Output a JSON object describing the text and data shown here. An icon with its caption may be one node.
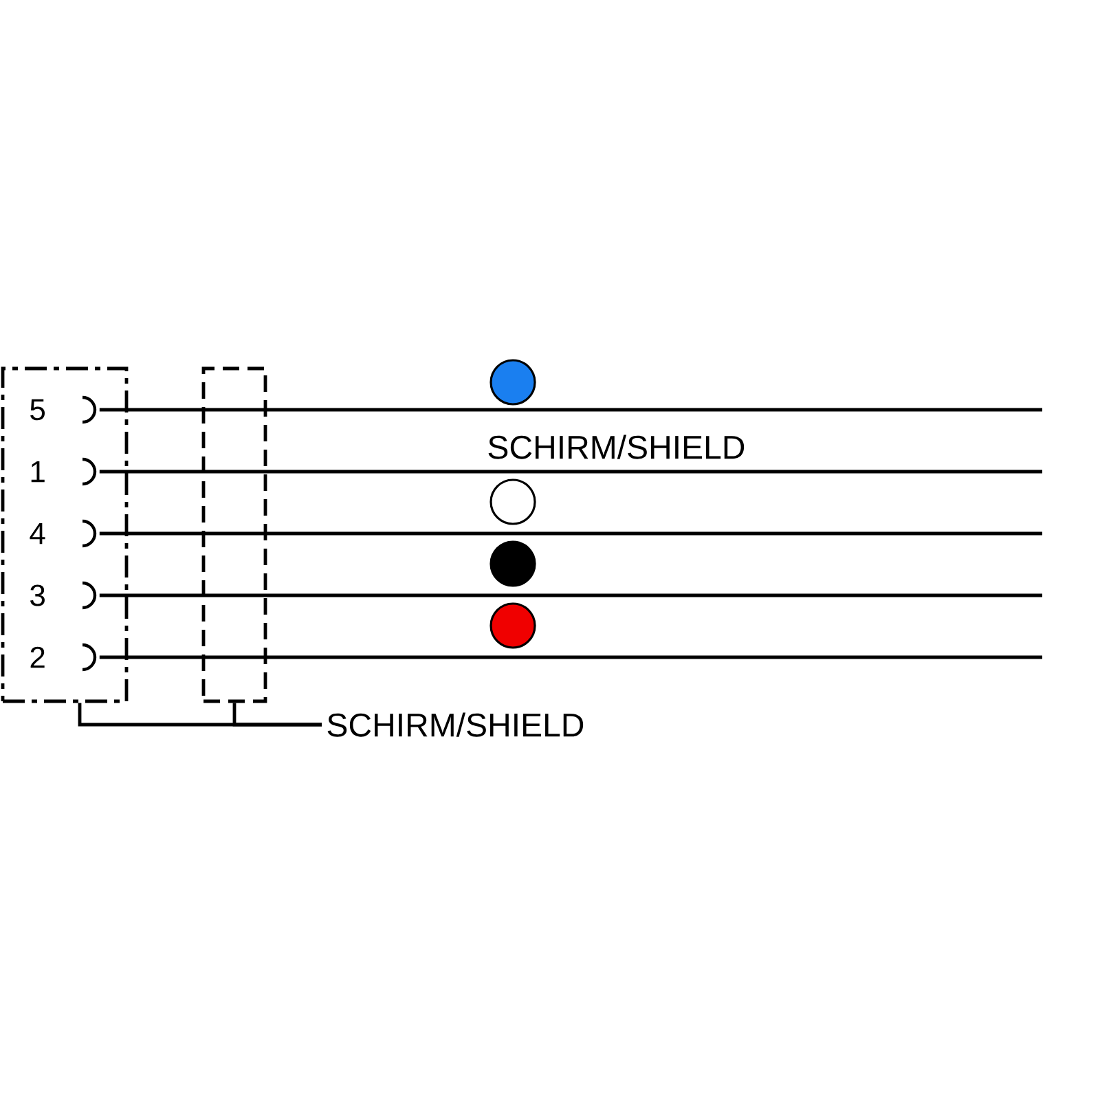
{
  "diagram": {
    "nodes": [
      {
        "text": [],
        "shape": "box"
      },
      {
        "text": [
          "5"
        ],
        "in": 0
      },
      {
        "text": [
          "1"
        ],
        "in": 0
      },
      {
        "text": [
          "4"
        ],
        "in": 0
      },
      {
        "text": [
          "3"
        ],
        "in": 0
      },
      {
        "text": [
          "2"
        ],
        "in": 0
      },
      {
        "text": [],
        "shape": "box"
      },
      {
        "text": [
          "SCHIRM/SHIELD"
        ]
      }
    ],
    "edges": [
      {
        "from": 0,
        "to": 7,
        "arrow": "none"
      },
      {
        "from": 6,
        "to": 7,
        "arrow": "none"
      },
      {
        "from": 1,
        "to": null,
        "arrow": "none"
      },
      {
        "from": 2,
        "to": null,
        "arrow": "none"
      },
      {
        "from": 3,
        "to": null,
        "arrow": "none"
      },
      {
        "from": 4,
        "to": null,
        "arrow": "none"
      },
      {
        "from": 5,
        "to": null,
        "arrow": "none"
      }
    ],
    "labels": [
      "SCHIRM/SHIELD"
    ]
  }
}
